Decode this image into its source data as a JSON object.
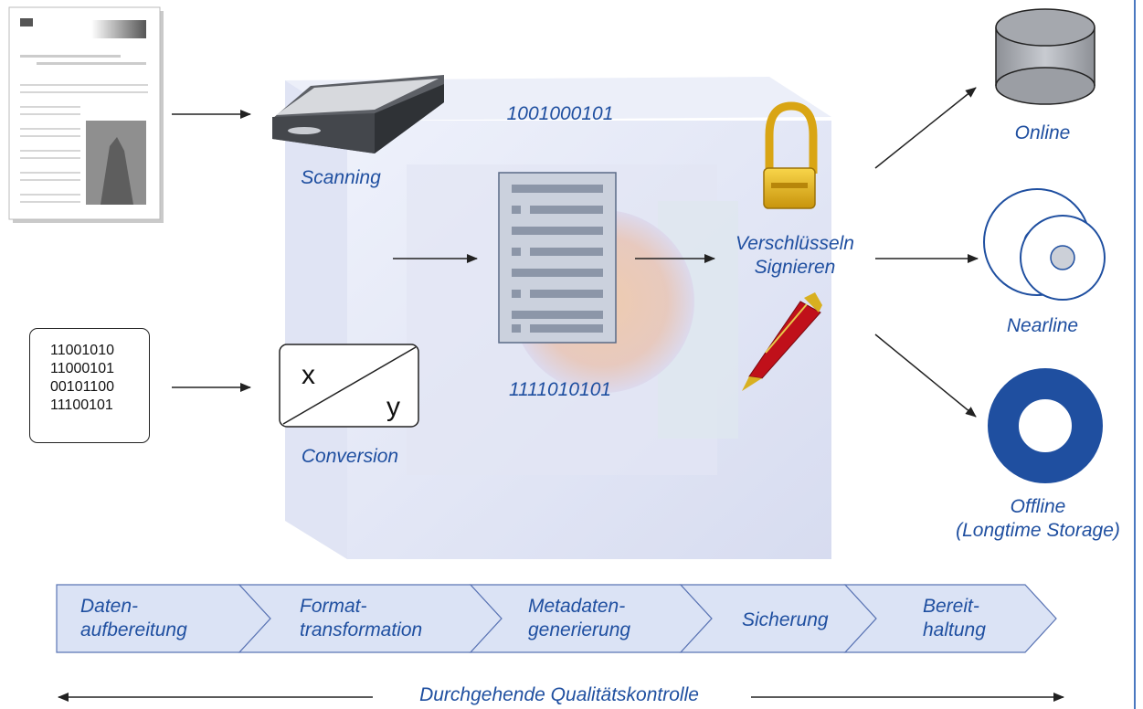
{
  "binary_input": [
    "11001010",
    "11000101",
    "00101100",
    "11100101"
  ],
  "conversion_box": {
    "x": "x",
    "y": "y"
  },
  "labels": {
    "scanning": "Scanning",
    "conversion": "Conversion",
    "bits_top": "1001000101",
    "bits_bottom": "1111010101",
    "encrypt_sign": "Verschlüsseln\nSignieren",
    "online": "Online",
    "nearline": "Nearline",
    "offline": "Offline\n(Longtime Storage)"
  },
  "process_steps": [
    "Daten-\naufbereitung",
    "Format-\ntransformation",
    "Metadaten-\ngenerierung",
    "Sicherung",
    "Bereit-\nhaltung"
  ],
  "quality_control": "Durchgehende Qualitätskontrolle",
  "colors": {
    "label_blue": "#1f4fa0",
    "offline_disc": "#1f4fa0",
    "lock_gold": "#e8b820",
    "pen_red": "#c0101a",
    "chevron_fill": "#dbe3f5"
  }
}
